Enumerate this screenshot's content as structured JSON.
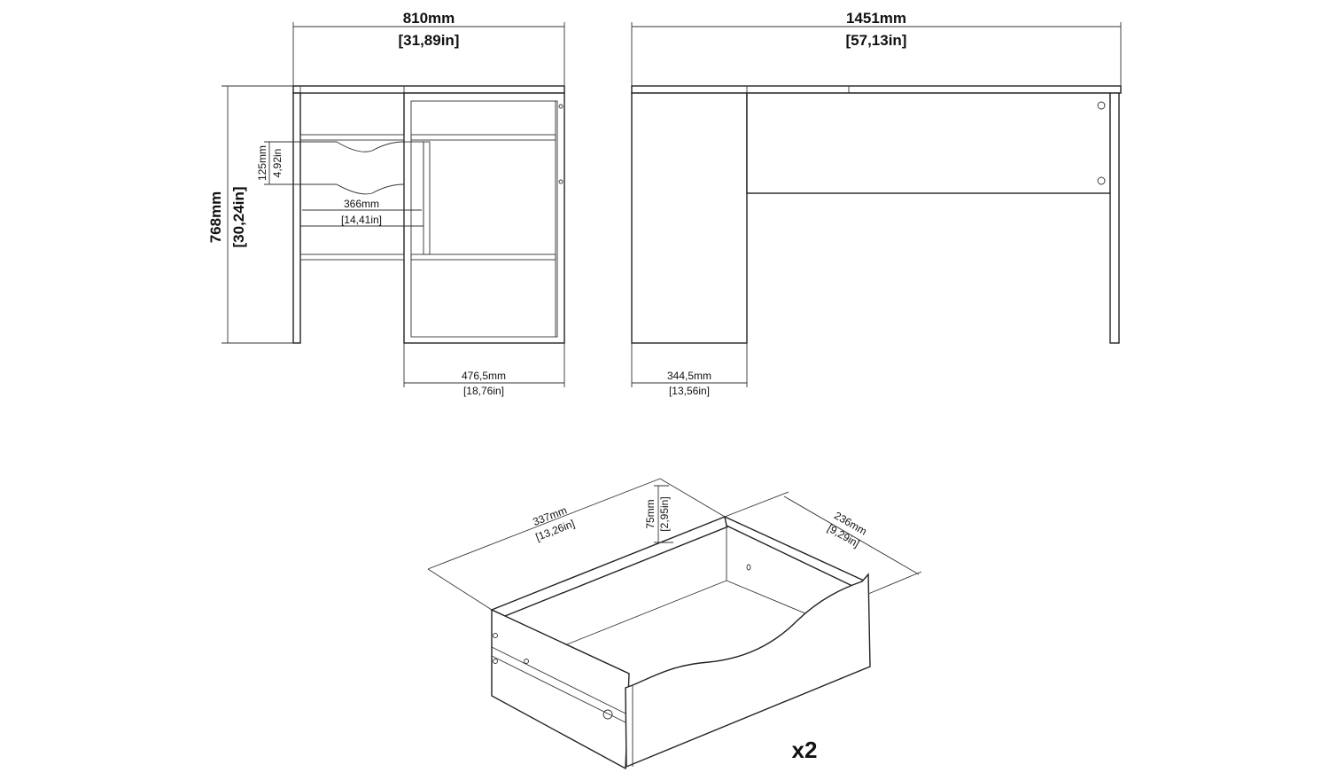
{
  "side_view": {
    "width_mm": "810mm",
    "width_in": "[31,89in]",
    "height_mm": "768mm",
    "height_in": "[30,24in]",
    "drawer_height_mm": "125mm",
    "drawer_height_in": "4,92in",
    "drawer_width_mm": "366mm",
    "drawer_width_in": "[14,41in]",
    "pedestal_width_mm": "476,5mm",
    "pedestal_width_in": "[18,76in]"
  },
  "front_view": {
    "width_mm": "1451mm",
    "width_in": "[57,13in]",
    "pedestal_depth_mm": "344,5mm",
    "pedestal_depth_in": "[13,56in]"
  },
  "drawer_view": {
    "length_mm": "337mm",
    "length_in": "[13,26in]",
    "height_mm": "75mm",
    "height_in": "[2,95in]",
    "width_mm": "236mm",
    "width_in": "[9,29in]",
    "quantity": "x2"
  }
}
